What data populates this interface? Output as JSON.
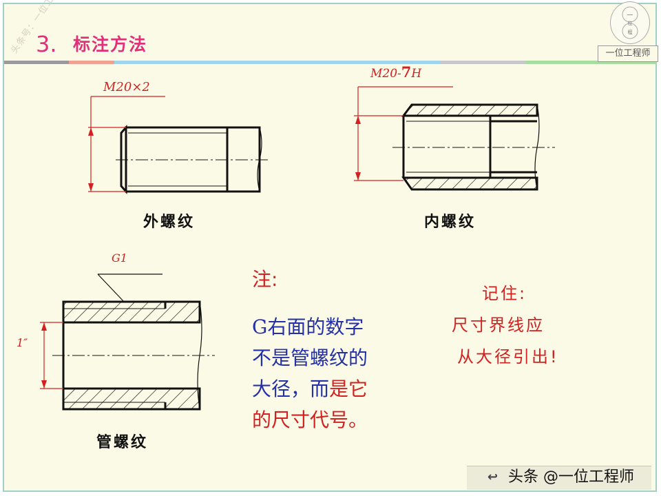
{
  "heading": {
    "number": "3.",
    "title": "标注方法"
  },
  "watermark": "头条号：一位工程师",
  "logo": {
    "box_text": "一位工程师",
    "circle_chars": [
      "一",
      "位",
      "程"
    ]
  },
  "bar_colors": [
    "#9a9a9a",
    "#f0a090",
    "#9fd4ea",
    "#c8c8c8",
    "#a9dca0"
  ],
  "external_thread": {
    "dimension": "M20×2",
    "caption": "外螺纹"
  },
  "internal_thread": {
    "dimension_prefix": "M20-",
    "dimension_strong": "7",
    "dimension_suffix": "H",
    "caption": "内螺纹"
  },
  "pipe_thread": {
    "designation": "G1",
    "size_mark": "1″",
    "caption": "管螺纹"
  },
  "note": {
    "title": "注:",
    "line1": "G右面的数字",
    "line2": "不是管螺纹的",
    "line3_plain": "大径，而",
    "line3_red": "是它",
    "line4": "的尺寸代号。"
  },
  "remember": {
    "line1": "记住:",
    "line2": "尺寸界线应",
    "line3": "从大径引出!"
  },
  "footer": {
    "source": "头条 @一位工程师"
  },
  "colors": {
    "accent": "#e0307a",
    "dimension_red": "#d32020",
    "note_blue": "#2430a8",
    "slide_bg": "#fafae6"
  }
}
